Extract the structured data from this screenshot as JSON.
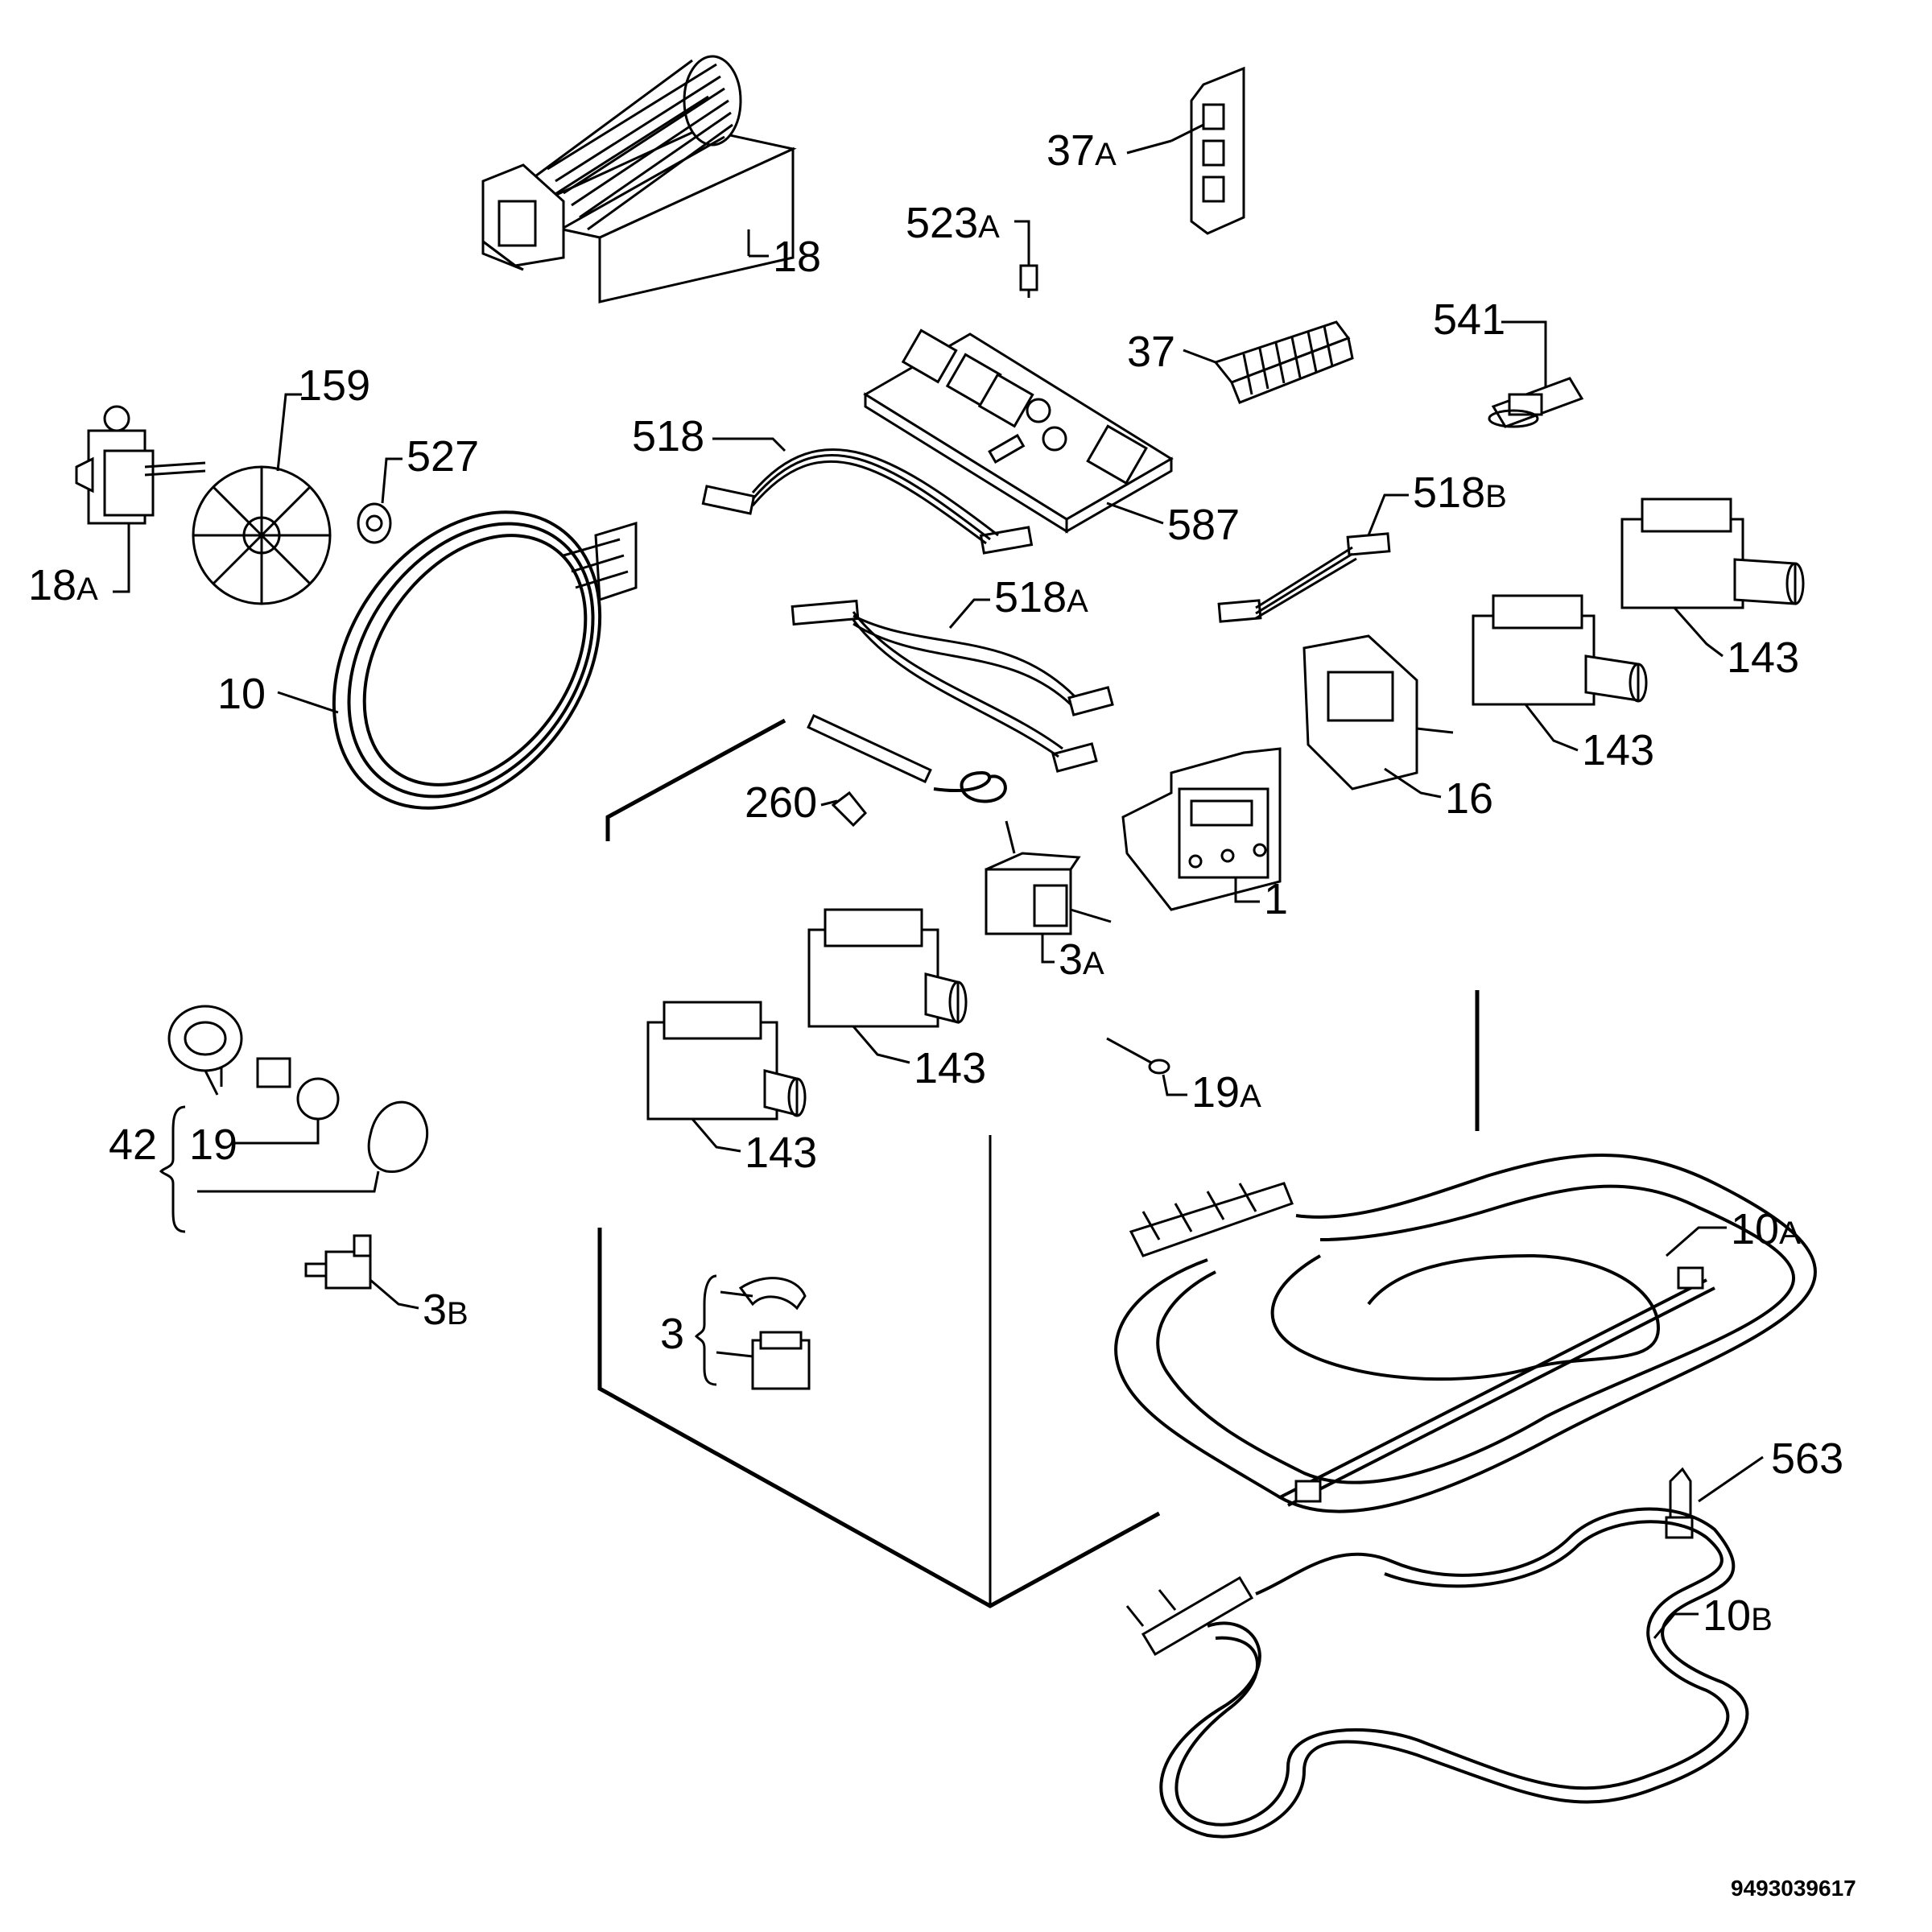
{
  "document_number": "9493039617",
  "callouts": {
    "c18": {
      "num": "18",
      "sub": ""
    },
    "c37a": {
      "num": "37",
      "sub": "A"
    },
    "c523a": {
      "num": "523",
      "sub": "A"
    },
    "c541": {
      "num": "541",
      "sub": ""
    },
    "c37": {
      "num": "37",
      "sub": ""
    },
    "c159": {
      "num": "159",
      "sub": ""
    },
    "c527": {
      "num": "527",
      "sub": ""
    },
    "c518": {
      "num": "518",
      "sub": ""
    },
    "c587": {
      "num": "587",
      "sub": ""
    },
    "c518b": {
      "num": "518",
      "sub": "B"
    },
    "c18a": {
      "num": "18",
      "sub": "A"
    },
    "c518a": {
      "num": "518",
      "sub": "A"
    },
    "c143_a": {
      "num": "143",
      "sub": ""
    },
    "c10": {
      "num": "10",
      "sub": ""
    },
    "c143_b": {
      "num": "143",
      "sub": ""
    },
    "c260": {
      "num": "260",
      "sub": ""
    },
    "c16": {
      "num": "16",
      "sub": ""
    },
    "c1": {
      "num": "1",
      "sub": ""
    },
    "c3a": {
      "num": "3",
      "sub": "A"
    },
    "c143_c": {
      "num": "143",
      "sub": ""
    },
    "c19a": {
      "num": "19",
      "sub": "A"
    },
    "c42": {
      "num": "42",
      "sub": ""
    },
    "c19": {
      "num": "19",
      "sub": ""
    },
    "c143_d": {
      "num": "143",
      "sub": ""
    },
    "c10a": {
      "num": "10",
      "sub": "A"
    },
    "c3b": {
      "num": "3",
      "sub": "B"
    },
    "c3": {
      "num": "3",
      "sub": ""
    },
    "c563": {
      "num": "563",
      "sub": ""
    },
    "c10b": {
      "num": "10",
      "sub": "B"
    }
  }
}
